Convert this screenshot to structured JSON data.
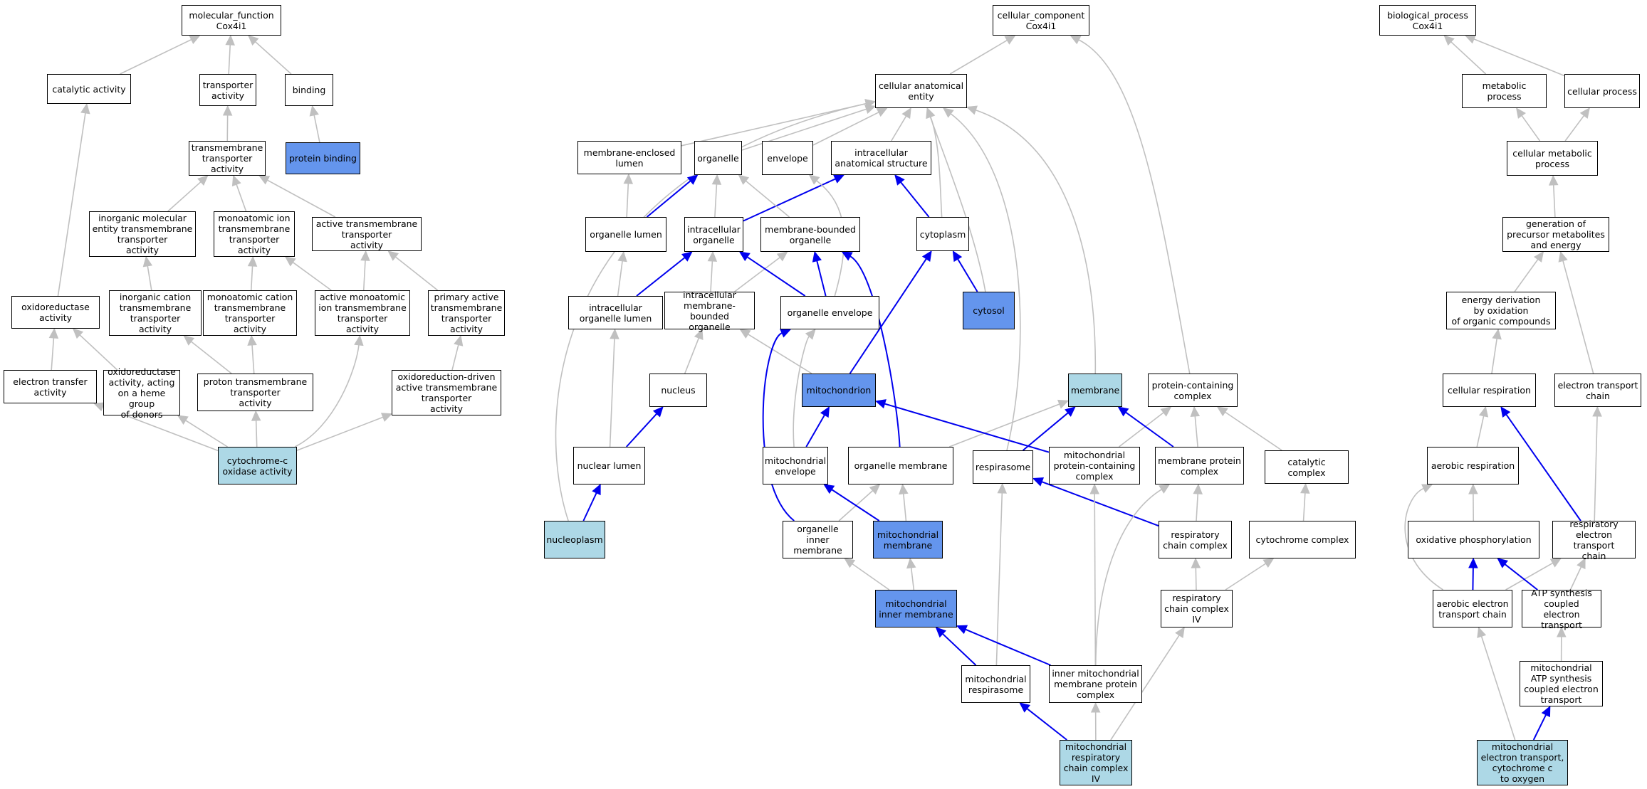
{
  "colors": {
    "plain_fill": "#ffffff",
    "highlight_dark": "#6495ed",
    "highlight_light": "#add8e6",
    "edge_gray": "#c0c0c0",
    "edge_blue": "#0000ee"
  },
  "nodes": [
    {
      "id": "mf",
      "label": "molecular_function\nCox4i1",
      "style": "plain"
    },
    {
      "id": "cat",
      "label": "catalytic activity",
      "style": "plain"
    },
    {
      "id": "trans",
      "label": "transporter\nactivity",
      "style": "plain"
    },
    {
      "id": "bind",
      "label": "binding",
      "style": "plain"
    },
    {
      "id": "protbind",
      "label": "protein binding",
      "style": "dark"
    },
    {
      "id": "tmt",
      "label": "transmembrane\ntransporter\nactivity",
      "style": "plain"
    },
    {
      "id": "inorgmol",
      "label": "inorganic molecular\nentity transmembrane\ntransporter\nactivity",
      "style": "plain"
    },
    {
      "id": "monoion",
      "label": "monoatomic ion\ntransmembrane\ntransporter\nactivity",
      "style": "plain"
    },
    {
      "id": "activetmt",
      "label": "active transmembrane\ntransporter\nactivity",
      "style": "plain"
    },
    {
      "id": "oxred",
      "label": "oxidoreductase\nactivity",
      "style": "plain"
    },
    {
      "id": "inorgcat",
      "label": "inorganic cation\ntransmembrane\ntransporter\nactivity",
      "style": "plain"
    },
    {
      "id": "monocat",
      "label": "monoatomic cation\ntransmembrane\ntransporter\nactivity",
      "style": "plain"
    },
    {
      "id": "activemono",
      "label": "active monoatomic\nion transmembrane\ntransporter\nactivity",
      "style": "plain"
    },
    {
      "id": "primact",
      "label": "primary active\ntransmembrane\ntransporter\nactivity",
      "style": "plain"
    },
    {
      "id": "etrans",
      "label": "electron transfer\nactivity",
      "style": "plain"
    },
    {
      "id": "oxheme",
      "label": "oxidoreductase\nactivity, acting\non a heme group\nof donors",
      "style": "plain"
    },
    {
      "id": "proton",
      "label": "proton transmembrane\ntransporter\nactivity",
      "style": "plain"
    },
    {
      "id": "oxdriven",
      "label": "oxidoreduction-driven\nactive transmembrane\ntransporter\nactivity",
      "style": "plain"
    },
    {
      "id": "cytc",
      "label": "cytochrome-c\noxidase activity",
      "style": "light"
    },
    {
      "id": "cc",
      "label": "cellular_component\nCox4i1",
      "style": "plain"
    },
    {
      "id": "cae",
      "label": "cellular anatomical\nentity",
      "style": "plain"
    },
    {
      "id": "mel",
      "label": "membrane-enclosed\nlumen",
      "style": "plain"
    },
    {
      "id": "organelle",
      "label": "organelle",
      "style": "plain"
    },
    {
      "id": "envelope",
      "label": "envelope",
      "style": "plain"
    },
    {
      "id": "ias",
      "label": "intracellular\nanatomical structure",
      "style": "plain"
    },
    {
      "id": "orglumen",
      "label": "organelle lumen",
      "style": "plain"
    },
    {
      "id": "intraorg",
      "label": "intracellular\norganelle",
      "style": "plain"
    },
    {
      "id": "mbo",
      "label": "membrane-bounded\norganelle",
      "style": "plain"
    },
    {
      "id": "cytoplasm",
      "label": "cytoplasm",
      "style": "plain"
    },
    {
      "id": "cytosol",
      "label": "cytosol",
      "style": "dark"
    },
    {
      "id": "iol",
      "label": "intracellular\norganelle lumen",
      "style": "plain"
    },
    {
      "id": "imbo",
      "label": "intracellular\nmembrane-bounded\norganelle",
      "style": "plain"
    },
    {
      "id": "orgenv",
      "label": "organelle envelope",
      "style": "plain"
    },
    {
      "id": "nucleus",
      "label": "nucleus",
      "style": "plain"
    },
    {
      "id": "mito",
      "label": "mitochondrion",
      "style": "dark"
    },
    {
      "id": "membrane",
      "label": "membrane",
      "style": "light"
    },
    {
      "id": "pcc",
      "label": "protein-containing\ncomplex",
      "style": "plain"
    },
    {
      "id": "nuclum",
      "label": "nuclear lumen",
      "style": "plain"
    },
    {
      "id": "mitoenv",
      "label": "mitochondrial\nenvelope",
      "style": "plain"
    },
    {
      "id": "orgmem",
      "label": "organelle membrane",
      "style": "plain"
    },
    {
      "id": "respirasome",
      "label": "respirasome",
      "style": "plain"
    },
    {
      "id": "mpcc",
      "label": "mitochondrial\nprotein-containing\ncomplex",
      "style": "plain"
    },
    {
      "id": "mpc",
      "label": "membrane protein\ncomplex",
      "style": "plain"
    },
    {
      "id": "catcomplex",
      "label": "catalytic complex",
      "style": "plain"
    },
    {
      "id": "nucleoplasm",
      "label": "nucleoplasm",
      "style": "light"
    },
    {
      "id": "oim",
      "label": "organelle inner\nmembrane",
      "style": "plain"
    },
    {
      "id": "mitomem",
      "label": "mitochondrial\nmembrane",
      "style": "dark"
    },
    {
      "id": "rcc",
      "label": "respiratory\nchain complex",
      "style": "plain"
    },
    {
      "id": "cytcomplex",
      "label": "cytochrome complex",
      "style": "plain"
    },
    {
      "id": "mim",
      "label": "mitochondrial\ninner membrane",
      "style": "dark"
    },
    {
      "id": "rcc4",
      "label": "respiratory\nchain complex\nIV",
      "style": "plain"
    },
    {
      "id": "mitoresp",
      "label": "mitochondrial\nrespirasome",
      "style": "plain"
    },
    {
      "id": "impc",
      "label": "inner mitochondrial\nmembrane protein\ncomplex",
      "style": "plain"
    },
    {
      "id": "mrcc4",
      "label": "mitochondrial\nrespiratory\nchain complex\nIV",
      "style": "light"
    },
    {
      "id": "bp",
      "label": "biological_process\nCox4i1",
      "style": "plain"
    },
    {
      "id": "metab",
      "label": "metabolic process",
      "style": "plain"
    },
    {
      "id": "cellproc",
      "label": "cellular process",
      "style": "plain"
    },
    {
      "id": "cmp",
      "label": "cellular metabolic\nprocess",
      "style": "plain"
    },
    {
      "id": "genprec",
      "label": "generation of\nprecursor metabolites\nand energy",
      "style": "plain"
    },
    {
      "id": "energyderiv",
      "label": "energy derivation\nby oxidation\nof organic compounds",
      "style": "plain"
    },
    {
      "id": "cellresp",
      "label": "cellular respiration",
      "style": "plain"
    },
    {
      "id": "etc",
      "label": "electron transport\nchain",
      "style": "plain"
    },
    {
      "id": "aerresp",
      "label": "aerobic respiration",
      "style": "plain"
    },
    {
      "id": "oxphos",
      "label": "oxidative phosphorylation",
      "style": "plain"
    },
    {
      "id": "retc",
      "label": "respiratory\nelectron transport\nchain",
      "style": "plain"
    },
    {
      "id": "aetc",
      "label": "aerobic electron\ntransport chain",
      "style": "plain"
    },
    {
      "id": "atpsyn",
      "label": "ATP synthesis\ncoupled electron\ntransport",
      "style": "plain"
    },
    {
      "id": "matpsyn",
      "label": "mitochondrial\nATP synthesis\ncoupled electron\ntransport",
      "style": "plain"
    },
    {
      "id": "metc",
      "label": "mitochondrial\nelectron transport,\ncytochrome c\nto oxygen",
      "style": "light"
    }
  ],
  "edges": [
    {
      "from": "cat",
      "to": "mf",
      "kind": "gray"
    },
    {
      "from": "trans",
      "to": "mf",
      "kind": "gray"
    },
    {
      "from": "bind",
      "to": "mf",
      "kind": "gray"
    },
    {
      "from": "protbind",
      "to": "bind",
      "kind": "gray"
    },
    {
      "from": "tmt",
      "to": "trans",
      "kind": "gray"
    },
    {
      "from": "inorgmol",
      "to": "tmt",
      "kind": "gray"
    },
    {
      "from": "monoion",
      "to": "tmt",
      "kind": "gray"
    },
    {
      "from": "activetmt",
      "to": "tmt",
      "kind": "gray"
    },
    {
      "from": "oxred",
      "to": "cat",
      "kind": "gray"
    },
    {
      "from": "inorgcat",
      "to": "inorgmol",
      "kind": "gray"
    },
    {
      "from": "monocat",
      "to": "monoion",
      "kind": "gray"
    },
    {
      "from": "activemono",
      "to": "monoion",
      "kind": "gray"
    },
    {
      "from": "activemono",
      "to": "activetmt",
      "kind": "gray"
    },
    {
      "from": "primact",
      "to": "activetmt",
      "kind": "gray"
    },
    {
      "from": "etrans",
      "to": "oxred",
      "kind": "gray"
    },
    {
      "from": "oxheme",
      "to": "oxred",
      "kind": "gray"
    },
    {
      "from": "proton",
      "to": "inorgcat",
      "kind": "gray"
    },
    {
      "from": "proton",
      "to": "monocat",
      "kind": "gray"
    },
    {
      "from": "oxdriven",
      "to": "primact",
      "kind": "gray"
    },
    {
      "from": "cytc",
      "to": "etrans",
      "kind": "gray"
    },
    {
      "from": "cytc",
      "to": "oxheme",
      "kind": "gray"
    },
    {
      "from": "cytc",
      "to": "proton",
      "kind": "gray"
    },
    {
      "from": "cytc",
      "to": "activemono",
      "kind": "gray"
    },
    {
      "from": "cytc",
      "to": "oxdriven",
      "kind": "gray"
    },
    {
      "from": "cae",
      "to": "cc",
      "kind": "gray"
    },
    {
      "from": "pcc",
      "to": "cc",
      "kind": "gray"
    },
    {
      "from": "mel",
      "to": "cae",
      "kind": "gray"
    },
    {
      "from": "organelle",
      "to": "cae",
      "kind": "gray"
    },
    {
      "from": "envelope",
      "to": "cae",
      "kind": "gray"
    },
    {
      "from": "ias",
      "to": "cae",
      "kind": "gray"
    },
    {
      "from": "cytoplasm",
      "to": "cae",
      "kind": "gray"
    },
    {
      "from": "cytosol",
      "to": "cae",
      "kind": "gray"
    },
    {
      "from": "membrane",
      "to": "cae",
      "kind": "gray"
    },
    {
      "from": "respirasome",
      "to": "cae",
      "kind": "gray"
    },
    {
      "from": "nucleoplasm",
      "to": "cae",
      "kind": "gray"
    },
    {
      "from": "orglumen",
      "to": "mel",
      "kind": "gray"
    },
    {
      "from": "orglumen",
      "to": "organelle",
      "kind": "blue"
    },
    {
      "from": "intraorg",
      "to": "organelle",
      "kind": "gray"
    },
    {
      "from": "intraorg",
      "to": "ias",
      "kind": "blue"
    },
    {
      "from": "mbo",
      "to": "organelle",
      "kind": "gray"
    },
    {
      "from": "cytoplasm",
      "to": "ias",
      "kind": "blue"
    },
    {
      "from": "cytosol",
      "to": "cytoplasm",
      "kind": "blue"
    },
    {
      "from": "iol",
      "to": "orglumen",
      "kind": "gray"
    },
    {
      "from": "iol",
      "to": "intraorg",
      "kind": "blue"
    },
    {
      "from": "imbo",
      "to": "intraorg",
      "kind": "gray"
    },
    {
      "from": "imbo",
      "to": "mbo",
      "kind": "gray"
    },
    {
      "from": "orgenv",
      "to": "intraorg",
      "kind": "blue"
    },
    {
      "from": "orgenv",
      "to": "mbo",
      "kind": "blue"
    },
    {
      "from": "orgenv",
      "to": "envelope",
      "kind": "gray"
    },
    {
      "from": "nucleus",
      "to": "imbo",
      "kind": "gray"
    },
    {
      "from": "mito",
      "to": "imbo",
      "kind": "gray"
    },
    {
      "from": "mito",
      "to": "cytoplasm",
      "kind": "blue"
    },
    {
      "from": "nuclum",
      "to": "iol",
      "kind": "gray"
    },
    {
      "from": "nuclum",
      "to": "nucleus",
      "kind": "blue"
    },
    {
      "from": "mitoenv",
      "to": "mito",
      "kind": "blue"
    },
    {
      "from": "mitoenv",
      "to": "orgenv",
      "kind": "gray"
    },
    {
      "from": "orgmem",
      "to": "membrane",
      "kind": "gray"
    },
    {
      "from": "orgmem",
      "to": "mbo",
      "kind": "blue"
    },
    {
      "from": "respirasome",
      "to": "membrane",
      "kind": "blue"
    },
    {
      "from": "mpcc",
      "to": "mito",
      "kind": "blue"
    },
    {
      "from": "mpcc",
      "to": "pcc",
      "kind": "gray"
    },
    {
      "from": "mpc",
      "to": "membrane",
      "kind": "blue"
    },
    {
      "from": "mpc",
      "to": "pcc",
      "kind": "gray"
    },
    {
      "from": "catcomplex",
      "to": "pcc",
      "kind": "gray"
    },
    {
      "from": "nucleoplasm",
      "to": "nuclum",
      "kind": "blue"
    },
    {
      "from": "oim",
      "to": "orgmem",
      "kind": "gray"
    },
    {
      "from": "oim",
      "to": "orgenv",
      "kind": "blue"
    },
    {
      "from": "mitomem",
      "to": "mitoenv",
      "kind": "blue"
    },
    {
      "from": "mitomem",
      "to": "orgmem",
      "kind": "gray"
    },
    {
      "from": "rcc",
      "to": "respirasome",
      "kind": "blue"
    },
    {
      "from": "rcc",
      "to": "mpc",
      "kind": "gray"
    },
    {
      "from": "cytcomplex",
      "to": "catcomplex",
      "kind": "gray"
    },
    {
      "from": "mim",
      "to": "oim",
      "kind": "gray"
    },
    {
      "from": "mim",
      "to": "mitomem",
      "kind": "gray"
    },
    {
      "from": "rcc4",
      "to": "rcc",
      "kind": "gray"
    },
    {
      "from": "rcc4",
      "to": "cytcomplex",
      "kind": "gray"
    },
    {
      "from": "mitoresp",
      "to": "mim",
      "kind": "blue"
    },
    {
      "from": "mitoresp",
      "to": "respirasome",
      "kind": "gray"
    },
    {
      "from": "impc",
      "to": "mim",
      "kind": "blue"
    },
    {
      "from": "impc",
      "to": "mpcc",
      "kind": "gray"
    },
    {
      "from": "impc",
      "to": "mpc",
      "kind": "gray"
    },
    {
      "from": "mrcc4",
      "to": "mitoresp",
      "kind": "blue"
    },
    {
      "from": "mrcc4",
      "to": "impc",
      "kind": "gray"
    },
    {
      "from": "mrcc4",
      "to": "rcc4",
      "kind": "gray"
    },
    {
      "from": "metab",
      "to": "bp",
      "kind": "gray"
    },
    {
      "from": "cellproc",
      "to": "bp",
      "kind": "gray"
    },
    {
      "from": "cmp",
      "to": "metab",
      "kind": "gray"
    },
    {
      "from": "cmp",
      "to": "cellproc",
      "kind": "gray"
    },
    {
      "from": "genprec",
      "to": "cmp",
      "kind": "gray"
    },
    {
      "from": "energyderiv",
      "to": "genprec",
      "kind": "gray"
    },
    {
      "from": "cellresp",
      "to": "energyderiv",
      "kind": "gray"
    },
    {
      "from": "etc",
      "to": "genprec",
      "kind": "gray"
    },
    {
      "from": "aerresp",
      "to": "cellresp",
      "kind": "gray"
    },
    {
      "from": "oxphos",
      "to": "aerresp",
      "kind": "gray"
    },
    {
      "from": "retc",
      "to": "cellresp",
      "kind": "blue"
    },
    {
      "from": "retc",
      "to": "etc",
      "kind": "gray"
    },
    {
      "from": "aetc",
      "to": "aerresp",
      "kind": "gray"
    },
    {
      "from": "aetc",
      "to": "oxphos",
      "kind": "blue"
    },
    {
      "from": "aetc",
      "to": "retc",
      "kind": "gray"
    },
    {
      "from": "atpsyn",
      "to": "oxphos",
      "kind": "blue"
    },
    {
      "from": "atpsyn",
      "to": "retc",
      "kind": "gray"
    },
    {
      "from": "matpsyn",
      "to": "atpsyn",
      "kind": "gray"
    },
    {
      "from": "metc",
      "to": "aetc",
      "kind": "gray"
    },
    {
      "from": "metc",
      "to": "matpsyn",
      "kind": "blue"
    }
  ]
}
